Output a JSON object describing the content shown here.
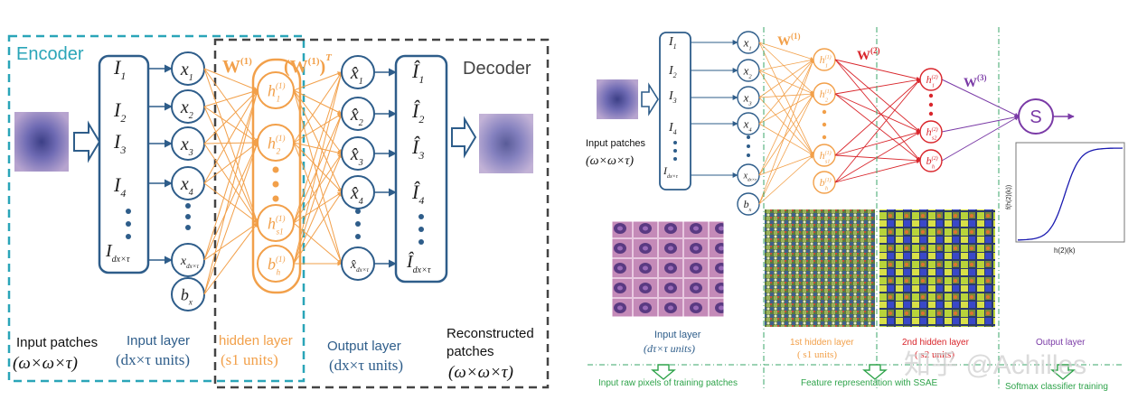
{
  "left": {
    "encoder_label": "Encoder",
    "decoder_label": "Decoder",
    "input_col": [
      "I",
      "I",
      "I",
      "I"
    ],
    "input_subs": [
      "1",
      "2",
      "3",
      "4"
    ],
    "input_last": "I",
    "input_last_sub": "dx×τ",
    "x_col": [
      "x",
      "x",
      "x",
      "x"
    ],
    "x_subs": [
      "1",
      "2",
      "3",
      "4"
    ],
    "x_last": "x",
    "x_last_sub": "dx×τ",
    "bias_x": "b",
    "bias_x_sub": "x",
    "hidden_nodes": [
      "h",
      "h",
      "h"
    ],
    "hidden_subs": [
      "1",
      "2",
      "s1"
    ],
    "hidden_sup": "(1)",
    "bias_h": "b",
    "bias_h_sub": "h",
    "bias_h_sup": "(1)",
    "xhat_col": [
      "x̂",
      "x̂",
      "x̂",
      "x̂"
    ],
    "xhat_subs": [
      "1",
      "2",
      "3",
      "4"
    ],
    "xhat_last": "x̂",
    "xhat_last_sub": "dx×τ",
    "ihat_col": [
      "Î",
      "Î",
      "Î",
      "Î"
    ],
    "ihat_subs": [
      "1",
      "2",
      "3",
      "4"
    ],
    "ihat_last": "Î",
    "ihat_last_sub": "dx×τ",
    "w1": "W",
    "w1_sup": "(1)",
    "w1t": "(W",
    "w1t_sup": "(1)",
    "w1t_close": ")",
    "w1t_t": "T",
    "input_patches_1": "Input patches",
    "input_patches_2": "(ω×ω×τ)",
    "input_layer_1": "Input layer",
    "input_layer_2": "(dx×τ  units)",
    "hidden_layer_1": "hidden layer",
    "hidden_layer_2": "(s1  units)",
    "output_layer_1": "Output layer",
    "output_layer_2": "(dx×τ units)",
    "recon_1": "Reconstructed",
    "recon_2": "patches",
    "recon_3": "(ω×ω×τ)"
  },
  "right": {
    "input_col": [
      "I",
      "I",
      "I",
      "I"
    ],
    "input_subs": [
      "1",
      "2",
      "3",
      "4"
    ],
    "input_last": "I",
    "input_last_sub": "dx×τ",
    "x_col": [
      "x",
      "x",
      "x",
      "x"
    ],
    "x_subs": [
      "1",
      "2",
      "3",
      "4"
    ],
    "x_last": "x",
    "x_last_sub": "dx×τ",
    "bias_x": "b",
    "bias_x_sub": "x",
    "h1_nodes": [
      "h",
      "h",
      "h"
    ],
    "h1_subs": [
      "1",
      "2",
      "s1"
    ],
    "h1_sup": "(1)",
    "h1_bias": "b",
    "h1_bias_sub": "h",
    "h1_bias_sup": "(1)",
    "h2_nodes": [
      "h",
      "h",
      "h"
    ],
    "h2_subs": [
      "1",
      "2",
      "s2"
    ],
    "h2_sup": "(2)",
    "h2_bias": "b",
    "h2_bias_sub": "h",
    "h2_bias_sup": "(2)",
    "w1": "W",
    "w1_sup": "(1)",
    "w2": "W",
    "w2_sup": "(2)",
    "w3": "W",
    "w3_sup": "(3)",
    "softmax": "S",
    "input_patches_1": "Input patches",
    "input_patches_2": "(ω×ω×τ)",
    "sigmoid_ylabel": "f(h(2)(k))",
    "sigmoid_xlabel": "h(2)(k)",
    "cap_input_1": "Input layer",
    "cap_input_2": "(dτ×τ  units)",
    "cap_h1_1": "1st hidden layer",
    "cap_h1_2": "( s1  units)",
    "cap_h2_1": "2nd hidden layer",
    "cap_h2_2": "( s2 units)",
    "cap_out": "Output layer",
    "bottom_1": "Input raw pixels of  training patches",
    "bottom_2": "Feature  representation with SSAE",
    "bottom_3": "Softmax classifier training",
    "watermark": "知乎 @Achilles"
  },
  "colors": {
    "blue": "#2e5d8a",
    "orange": "#f2a04a",
    "red": "#d9262c",
    "purple": "#7a3aa6",
    "teal": "#2aa5b8",
    "green": "#2ea34a"
  }
}
